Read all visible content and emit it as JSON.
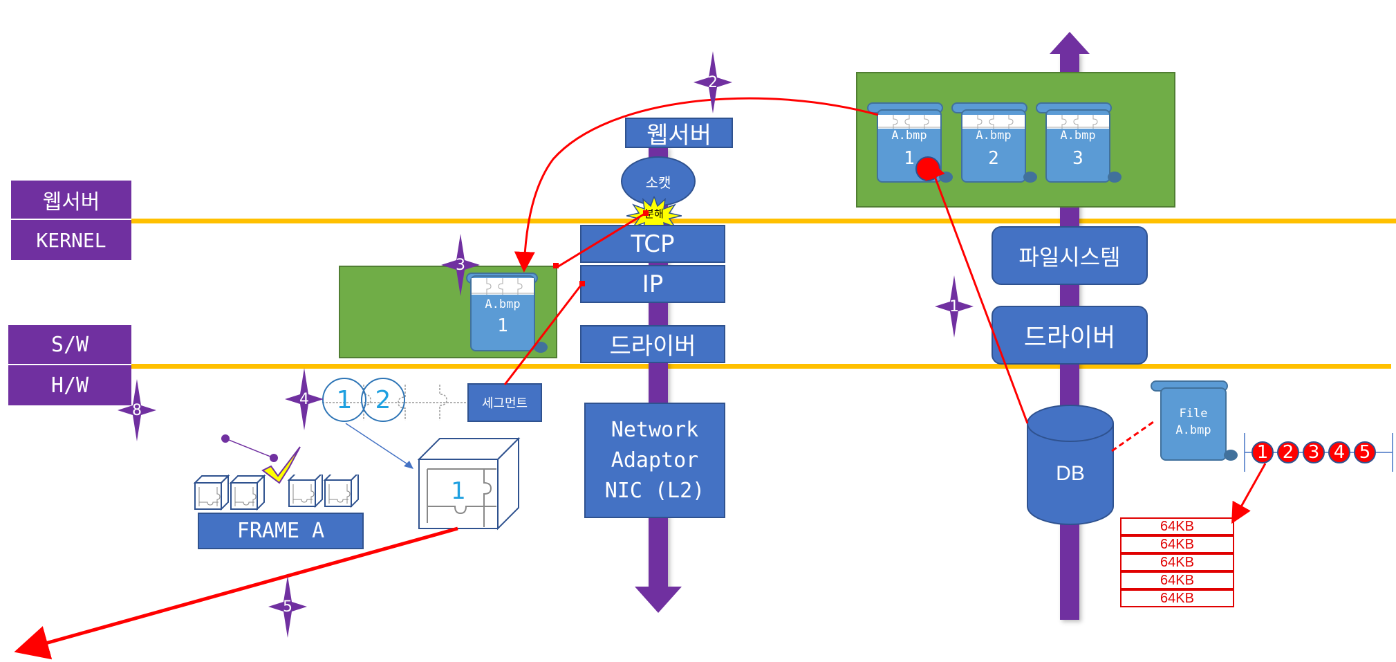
{
  "layers": {
    "webserver": "웹서버",
    "kernel": "KERNEL",
    "sw": "S/W",
    "hw": "H/W"
  },
  "network_stack": {
    "webserver": "웹서버",
    "socket": "소캣",
    "decompose": "분해",
    "tcp": "TCP",
    "ip": "IP",
    "driver": "드라이버",
    "nic_line1": "Network",
    "nic_line2": "Adaptor",
    "nic_line3": "NIC (L2)"
  },
  "storage_stack": {
    "filesystem": "파일시스템",
    "driver": "드라이버",
    "db": "DB"
  },
  "buffer_files": [
    {
      "name": "A.bmp",
      "index": "1"
    },
    {
      "name": "A.bmp",
      "index": "2"
    },
    {
      "name": "A.bmp",
      "index": "3"
    }
  ],
  "kernel_buffer_file": {
    "name": "A.bmp",
    "index": "1"
  },
  "segment": {
    "label": "세그먼트",
    "circle_1": "1",
    "circle_2": "2"
  },
  "frame": {
    "label": "FRAME A",
    "packet_index": "1"
  },
  "db_file": {
    "line1": "File",
    "line2": "A.bmp"
  },
  "file_parts": [
    "1",
    "2",
    "3",
    "4",
    "5"
  ],
  "chunks": [
    "64KB",
    "64KB",
    "64KB",
    "64KB",
    "64KB"
  ],
  "step_markers": [
    "1",
    "2",
    "3",
    "4",
    "5",
    "8"
  ],
  "colors": {
    "layer_purple": "#7030a0",
    "box_blue": "#4472c4",
    "file_blue": "#5b9bd5",
    "buffer_green": "#70ad47",
    "divider_yellow": "#ffc000",
    "flow_red": "#ff0000"
  }
}
